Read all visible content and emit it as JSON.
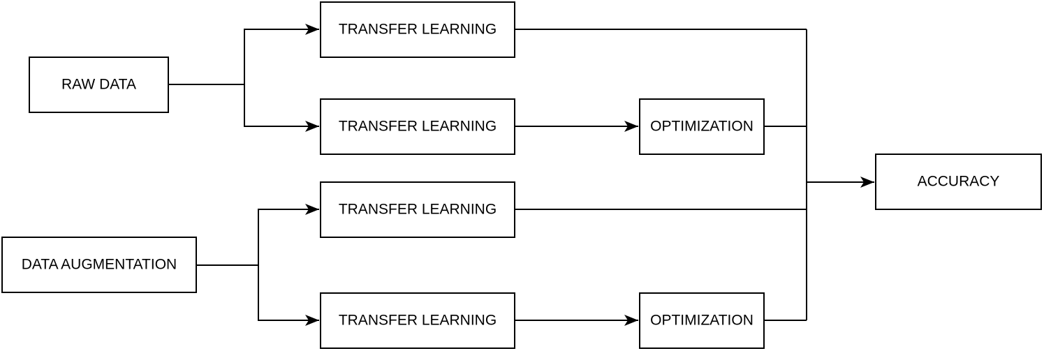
{
  "diagram": {
    "nodes": {
      "raw_data": "RAW DATA",
      "data_augmentation": "DATA AUGMENTATION",
      "transfer_learning_1": "TRANSFER LEARNING",
      "transfer_learning_2": "TRANSFER LEARNING",
      "transfer_learning_3": "TRANSFER LEARNING",
      "transfer_learning_4": "TRANSFER LEARNING",
      "optimization_1": "OPTIMIZATION",
      "optimization_2": "OPTIMIZATION",
      "accuracy": "ACCURACY"
    },
    "edges": [
      {
        "from": "raw_data",
        "to": "transfer_learning_1"
      },
      {
        "from": "raw_data",
        "to": "transfer_learning_2"
      },
      {
        "from": "transfer_learning_2",
        "to": "optimization_1"
      },
      {
        "from": "data_augmentation",
        "to": "transfer_learning_3"
      },
      {
        "from": "data_augmentation",
        "to": "transfer_learning_4"
      },
      {
        "from": "transfer_learning_4",
        "to": "optimization_2"
      },
      {
        "from": "transfer_learning_1",
        "to": "accuracy"
      },
      {
        "from": "optimization_1",
        "to": "accuracy"
      },
      {
        "from": "transfer_learning_3",
        "to": "accuracy"
      },
      {
        "from": "optimization_2",
        "to": "accuracy"
      }
    ],
    "colors": {
      "stroke": "#000000",
      "fill": "#ffffff",
      "text": "#000000"
    }
  }
}
